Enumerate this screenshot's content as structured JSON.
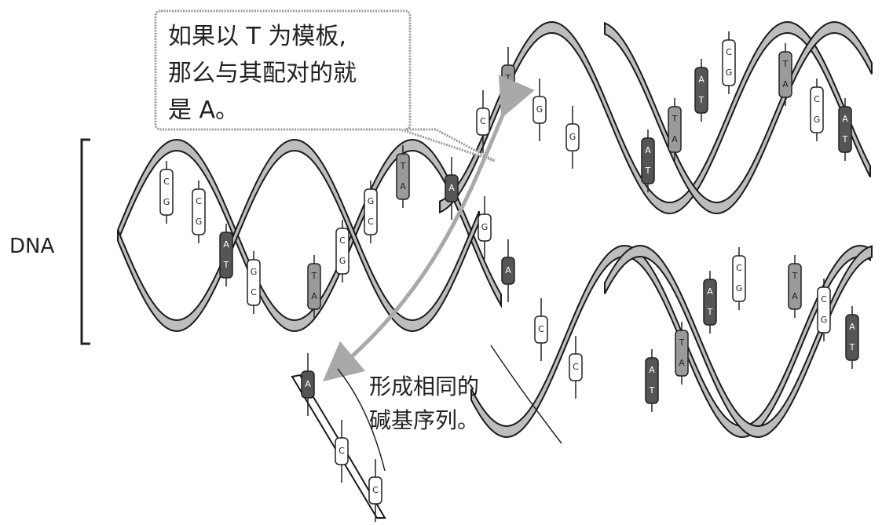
{
  "labels": {
    "dna": "DNA",
    "callout_lines": [
      "如果以 T 为模板,",
      "那么与其配对的就",
      "是 A。"
    ],
    "note_lines": [
      "形成相同的",
      "碱基序列。"
    ]
  },
  "colors": {
    "strand_fill": "#bdbdbd",
    "strand_edge": "#1a1a1a",
    "dark_base": "#555555",
    "mid_base": "#9a9a9a",
    "light_base": "#ffffff",
    "arrow": "#a9a9a9",
    "callout_border": "#9a9a9a"
  },
  "bases": [
    {
      "strand": "top",
      "letters": [
        "C",
        "G"
      ]
    },
    {
      "strand": "top",
      "letters": [
        "C",
        "G"
      ]
    },
    {
      "strand": "top",
      "letters": [
        "A",
        "T"
      ]
    },
    {
      "strand": "top",
      "letters": [
        "G",
        "C"
      ]
    },
    {
      "strand": "top",
      "letters": [
        "T",
        "A"
      ]
    },
    {
      "strand": "top",
      "letters": [
        "C",
        "G"
      ]
    },
    {
      "strand": "top",
      "letters": [
        "G",
        "C"
      ]
    },
    {
      "strand": "top",
      "letters": [
        "T",
        "A"
      ]
    },
    {
      "strand": "top",
      "letters": [
        "A"
      ]
    },
    {
      "strand": "top",
      "letters": [
        "C"
      ]
    },
    {
      "strand": "top",
      "letters": [
        "T"
      ]
    },
    {
      "strand": "top",
      "letters": [
        "G"
      ]
    },
    {
      "strand": "top",
      "letters": [
        "G"
      ]
    },
    {
      "strand": "top",
      "letters": [
        "A",
        "T"
      ]
    },
    {
      "strand": "top",
      "letters": [
        "T",
        "A"
      ]
    },
    {
      "strand": "top",
      "letters": [
        "A",
        "T"
      ]
    },
    {
      "strand": "top",
      "letters": [
        "C",
        "G"
      ]
    },
    {
      "strand": "top",
      "letters": [
        "T",
        "A"
      ]
    },
    {
      "strand": "top",
      "letters": [
        "C",
        "G"
      ]
    },
    {
      "strand": "top",
      "letters": [
        "A",
        "T"
      ]
    },
    {
      "strand": "bottom",
      "letters": [
        "G"
      ]
    },
    {
      "strand": "bottom",
      "letters": [
        "A"
      ]
    },
    {
      "strand": "bottom",
      "letters": [
        "C"
      ]
    },
    {
      "strand": "bottom",
      "letters": [
        "C"
      ]
    },
    {
      "strand": "bottom",
      "letters": [
        "A",
        "T"
      ]
    },
    {
      "strand": "bottom",
      "letters": [
        "T",
        "A"
      ]
    },
    {
      "strand": "bottom",
      "letters": [
        "A",
        "T"
      ]
    },
    {
      "strand": "bottom",
      "letters": [
        "C",
        "G"
      ]
    },
    {
      "strand": "bottom",
      "letters": [
        "T",
        "A"
      ]
    },
    {
      "strand": "bottom",
      "letters": [
        "C",
        "G"
      ]
    },
    {
      "strand": "bottom",
      "letters": [
        "A",
        "T"
      ]
    },
    {
      "strand": "fragment",
      "letters": [
        "A"
      ]
    },
    {
      "strand": "fragment",
      "letters": [
        "C"
      ]
    },
    {
      "strand": "fragment",
      "letters": [
        "C"
      ]
    }
  ]
}
